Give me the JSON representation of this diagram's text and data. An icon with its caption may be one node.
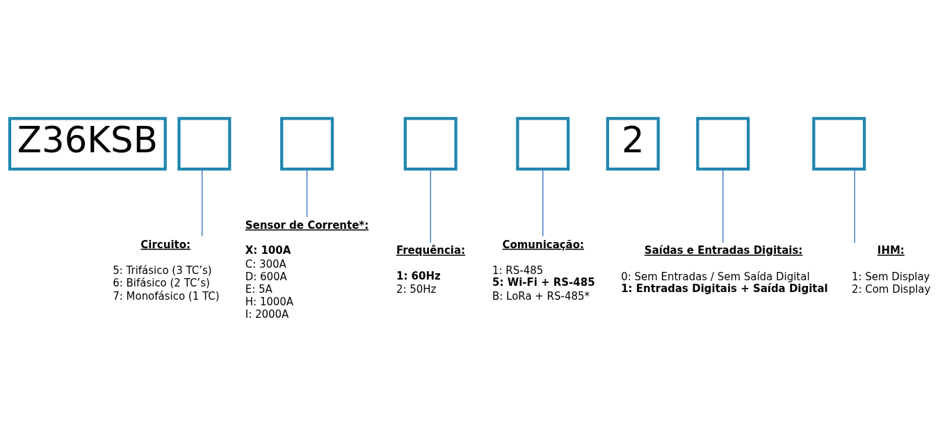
{
  "diagram": {
    "nodes": [
      {
        "text": [
          "Z36KSB"
        ]
      },
      {
        "text": [],
        "shape": "box"
      },
      {
        "text": [],
        "shape": "box"
      },
      {
        "text": [],
        "shape": "box"
      },
      {
        "text": [],
        "shape": "box"
      },
      {
        "text": [
          "2"
        ]
      },
      {
        "text": [],
        "shape": "box"
      },
      {
        "text": [],
        "shape": "box"
      },
      {
        "text": [
          "Circuito:",
          "5: Trifásico (3 TC’s)",
          "6: Bifásico (2 TC’s)",
          "7: Monofásico (1 TC)"
        ]
      },
      {
        "text": [
          "Sensor de Corrente*:",
          "X: 100A",
          "C: 300A",
          "D: 600A",
          "E: 5A",
          "H: 1000A",
          "I: 2000A"
        ]
      },
      {
        "text": [
          "Frequência:",
          "1: 60Hz",
          "2: 50Hz"
        ]
      },
      {
        "text": [
          "Comunicação:",
          "1: RS-485",
          "5: Wi-Fi + RS-485",
          "B: LoRa + RS-485*"
        ]
      },
      {
        "text": [
          "Saídas e Entradas Digitais:",
          "0: Sem Entradas / Sem Saída Digital",
          "1: Entradas Digitais + Saída Digital"
        ]
      },
      {
        "text": [
          "IHM:",
          "1: Sem Display",
          "2: Com Display"
        ]
      }
    ],
    "edges": [
      {
        "from": 1,
        "to": 8,
        "arrow": "none"
      },
      {
        "from": 2,
        "to": 9,
        "arrow": "none"
      },
      {
        "from": 3,
        "to": 10,
        "arrow": "none"
      },
      {
        "from": 4,
        "to": 11,
        "arrow": "none"
      },
      {
        "from": 6,
        "to": 12,
        "arrow": "none"
      },
      {
        "from": 7,
        "to": 13,
        "arrow": "none"
      }
    ]
  }
}
